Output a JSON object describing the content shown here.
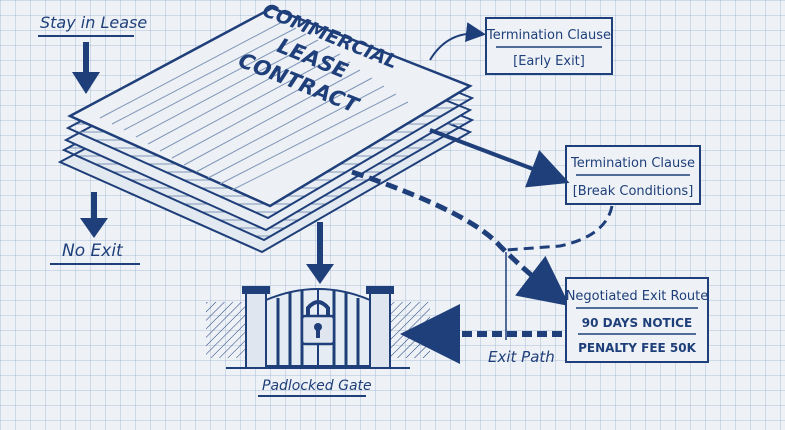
{
  "labels": {
    "stay": "Stay in Lease",
    "no_exit": "No Exit",
    "exit_path": "Exit Path",
    "gate": "Padlocked Gate"
  },
  "contract": {
    "line1": "COMMERCIAL",
    "line2": "LEASE",
    "line3": "CONTRACT"
  },
  "boxes": {
    "early": {
      "title": "Termination Clause",
      "detail": "[Early Exit]"
    },
    "break": {
      "title": "Termination Clause",
      "detail": "[Break Conditions]"
    },
    "route": {
      "title": "Negotiated Exit Route",
      "notice": "90 DAYS NOTICE",
      "fee": "PENALTY FEE 50K"
    }
  },
  "colors": {
    "ink": "#1f3f7a",
    "paper": "#eef2f6",
    "grid": "#8fa7c8"
  }
}
